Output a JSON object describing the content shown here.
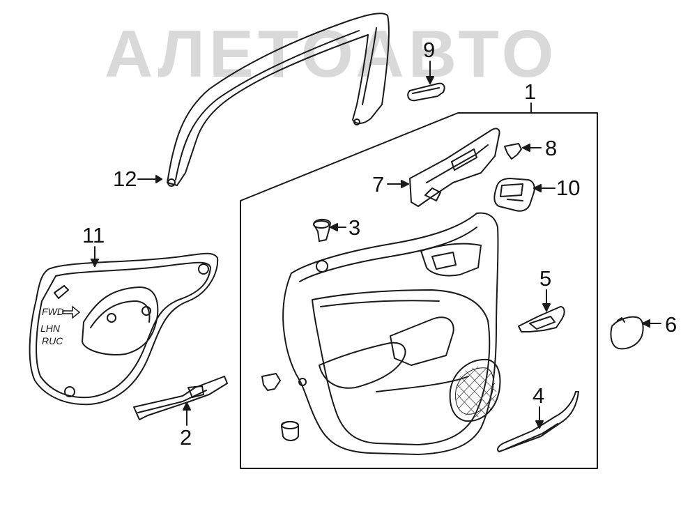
{
  "watermark": "АЛЕТОАВТО",
  "callouts": {
    "c1": "1",
    "c2": "2",
    "c3": "3",
    "c4": "4",
    "c5": "5",
    "c6": "6",
    "c7": "7",
    "c8": "8",
    "c9": "9",
    "c10": "10",
    "c11": "11",
    "c12": "12"
  },
  "panel_text": {
    "fwd": "FWD",
    "lhn": "LHN",
    "ruc": "RUC"
  },
  "colors": {
    "line": "#1a1a1a",
    "watermark": "#c9c9c9"
  }
}
